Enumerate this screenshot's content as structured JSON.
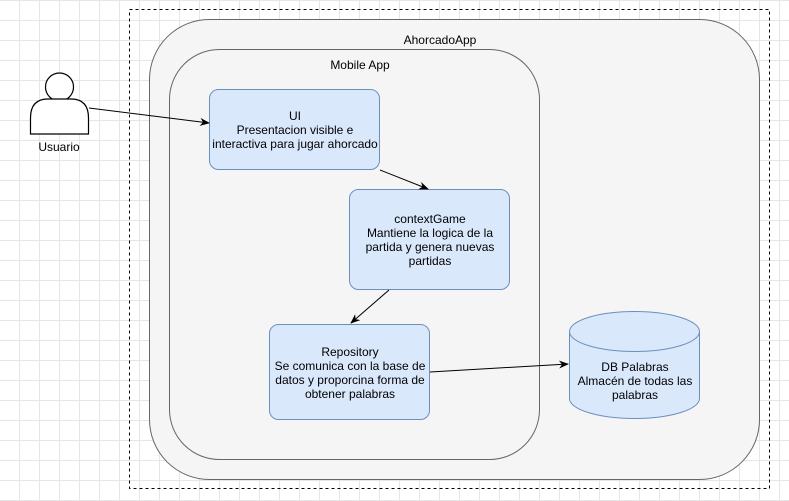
{
  "diagram": {
    "actor": {
      "label": "Usuario"
    },
    "containers": {
      "outer": {
        "label": "AhorcadoApp"
      },
      "mobile": {
        "label": "Mobile App"
      }
    },
    "nodes": {
      "ui": {
        "title": "UI",
        "lines": [
          "Presentacion visible e",
          "interactiva para jugar ahorcado"
        ]
      },
      "context": {
        "title": "contextGame",
        "lines": [
          "Mantiene la logica de la",
          "partida y genera nuevas",
          "partidas"
        ]
      },
      "repository": {
        "title": "Repository",
        "lines": [
          "Se comunica con la base de",
          "datos y proporcina forma de",
          "obtener palabras"
        ]
      },
      "db": {
        "title": "DB Palabras",
        "lines": [
          "Almacén de todas las",
          "palabras"
        ]
      }
    },
    "colors": {
      "node_fill": "#dae8fc",
      "node_stroke": "#6c8ebf",
      "container_fill": "#f5f5f5",
      "container_stroke": "#666666"
    }
  }
}
